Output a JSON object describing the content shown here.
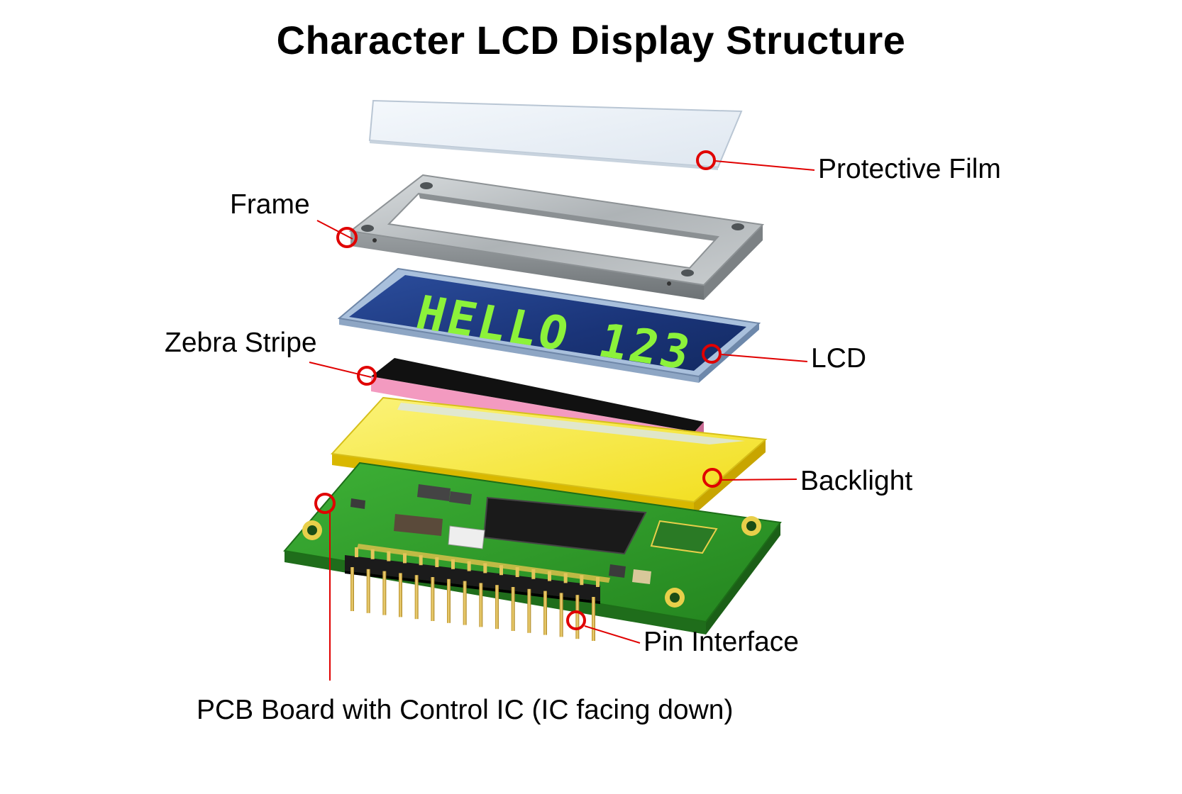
{
  "title": "Character LCD Display Structure",
  "lcd_screen_text": "HELLO 123",
  "labels": {
    "protective_film": "Protective Film",
    "frame": "Frame",
    "zebra_stripe": "Zebra Stripe",
    "lcd": "LCD",
    "backlight": "Backlight",
    "pin_interface": "Pin Interface",
    "pcb_board": "PCB Board with Control IC (IC facing down)"
  },
  "colors": {
    "callout": "#e00000",
    "lcd_text": "#8cf23a",
    "lcd_glass": "#1f3f8a",
    "pcb": "#2f9a2a",
    "backlight": "#f7e62a",
    "zebra_pink": "#f39ac0",
    "frame_metal": "#b7bcc0"
  }
}
